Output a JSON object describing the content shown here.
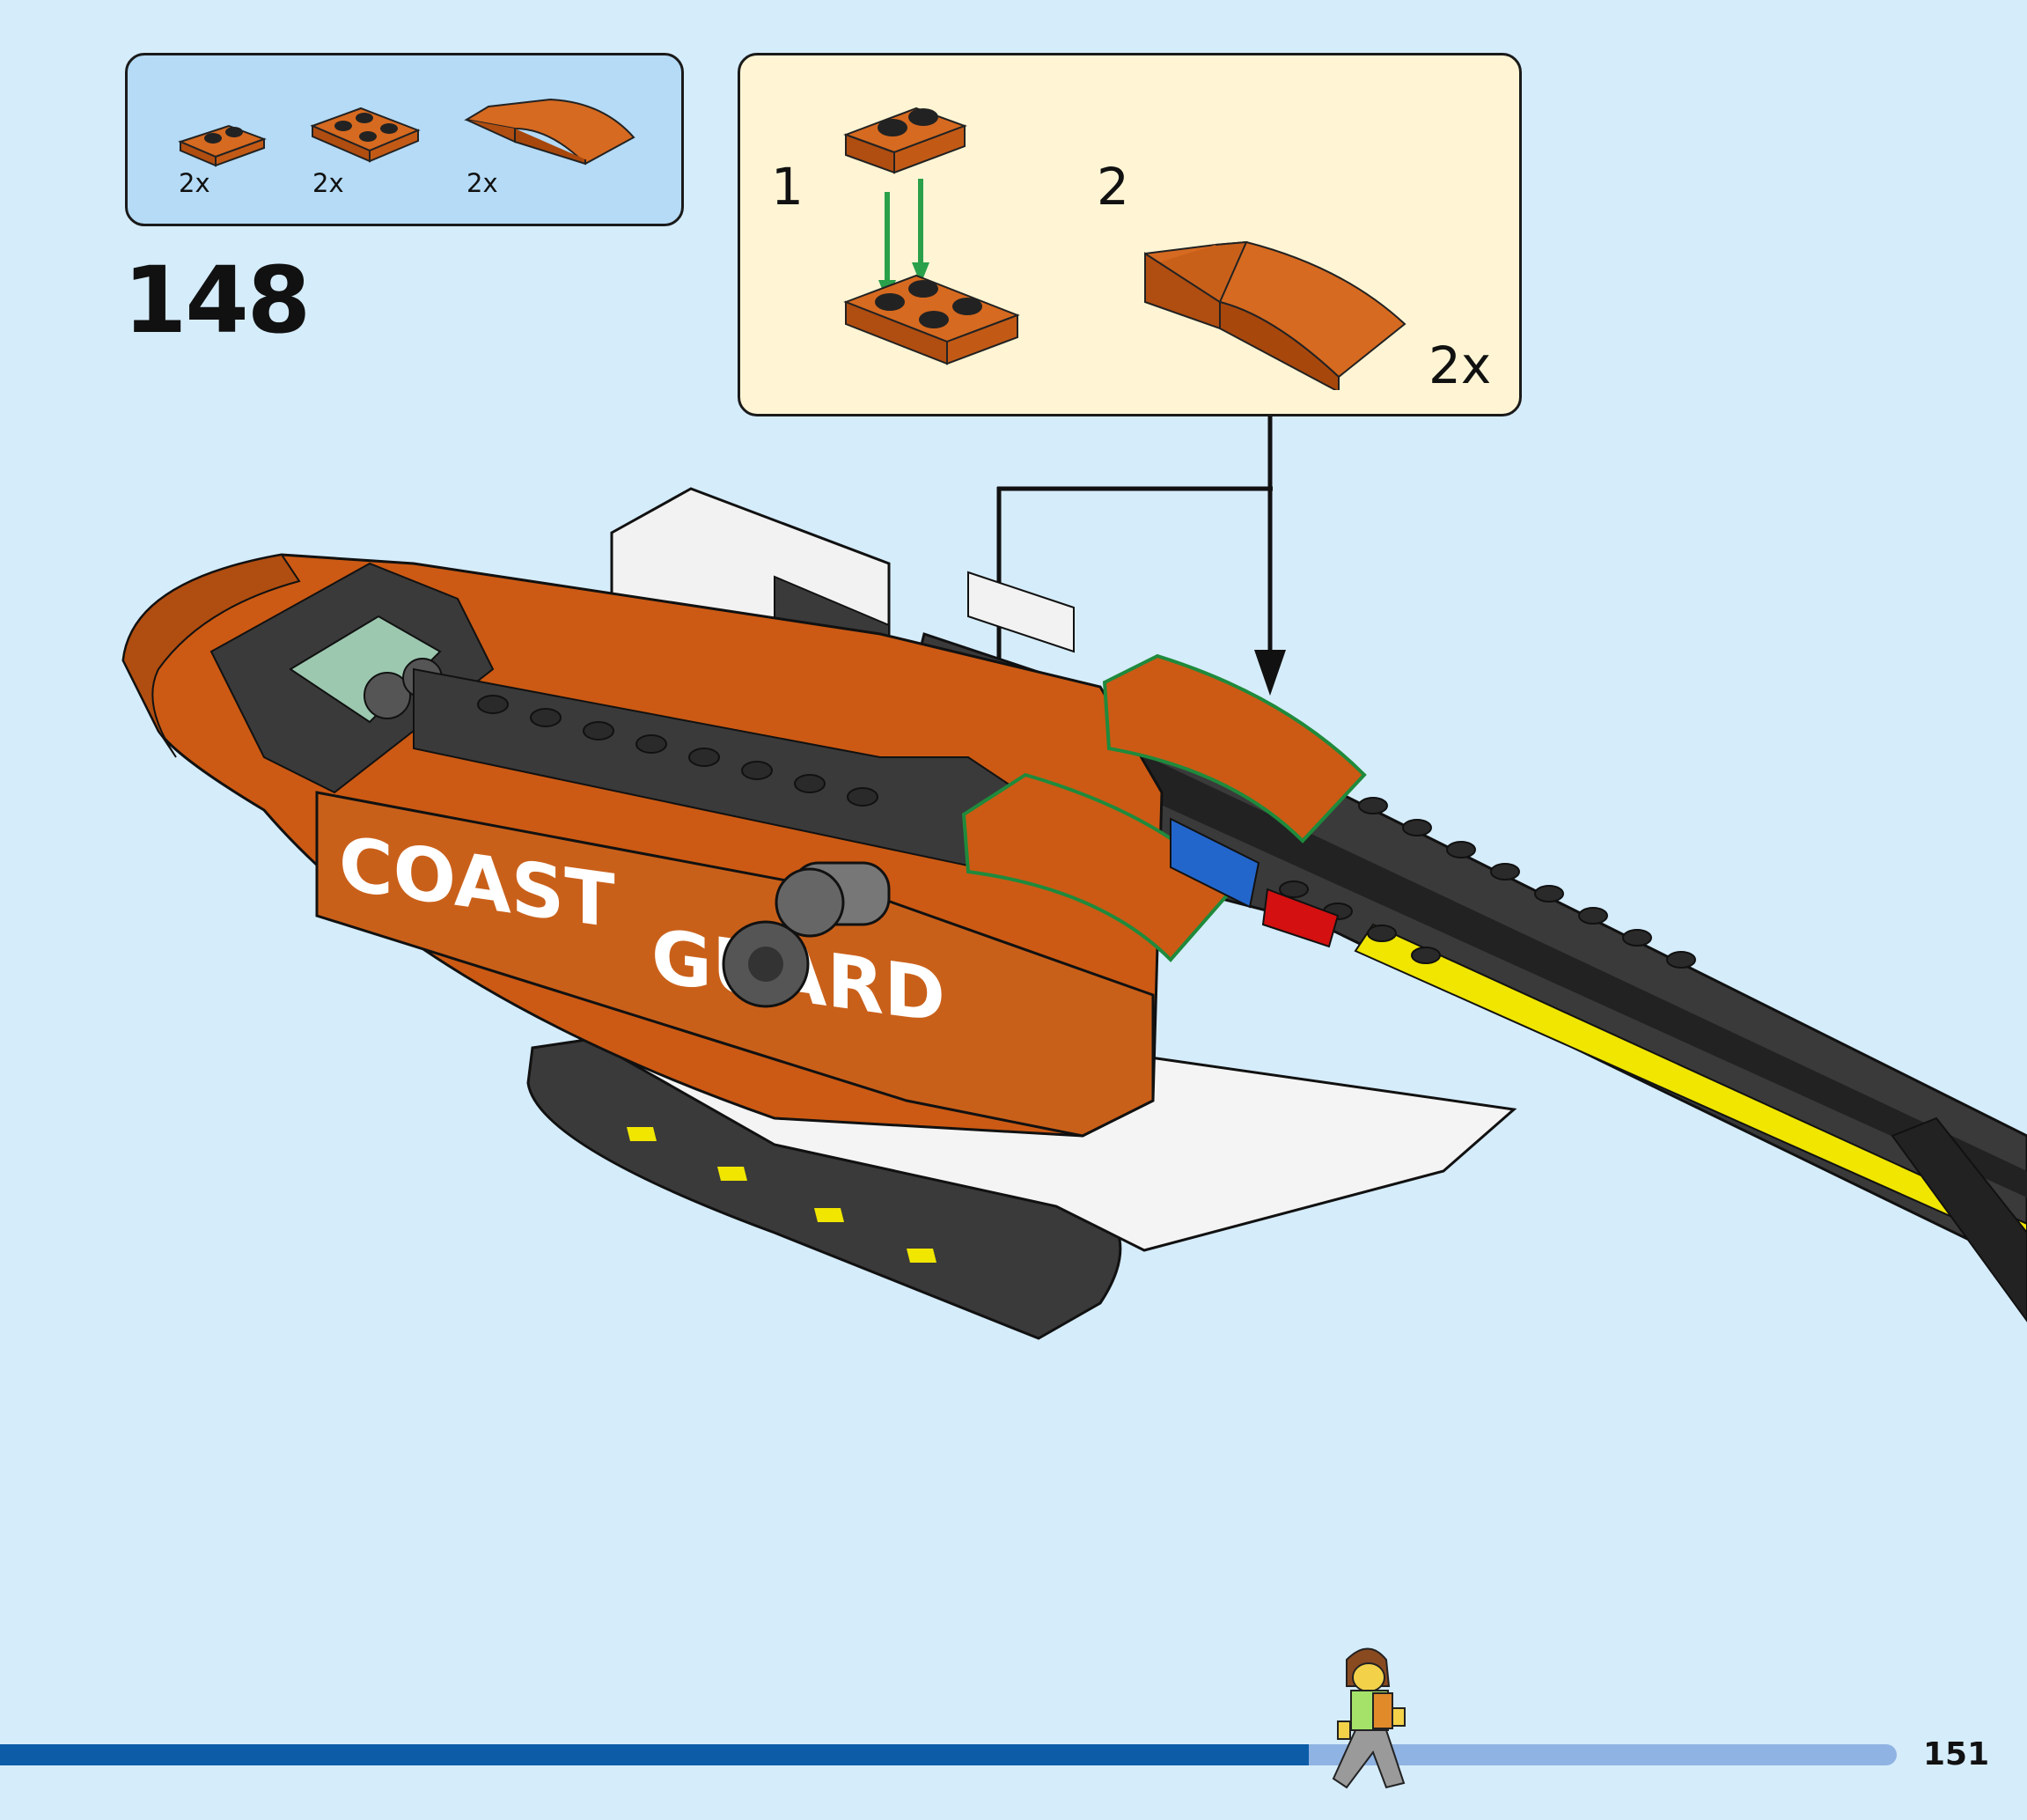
{
  "step": {
    "number": "148"
  },
  "parts_list": {
    "items": [
      {
        "part": "orange-plate-1x2",
        "qty": "2x"
      },
      {
        "part": "orange-plate-2x2",
        "qty": "2x"
      },
      {
        "part": "orange-curved-slope",
        "qty": "2x"
      }
    ]
  },
  "sub_assembly": {
    "step1_label": "1",
    "step2_label": "2",
    "multiplier": "2x"
  },
  "model": {
    "hull_text_line1": "COAST",
    "hull_text_line2": "GUARD"
  },
  "progress": {
    "fraction": 0.69
  },
  "page": {
    "number": "151"
  },
  "colors": {
    "background": "#d5ecfb",
    "parts_box": "#b5dbf6",
    "sub_box": "#fff5d4",
    "orange": "#cc5a14",
    "dark_grey": "#3a3a3a",
    "yellow": "#f0e600",
    "progress_fill": "#0c5ca8",
    "progress_track": "#8fb3e2",
    "highlight_green": "#1f8a3c"
  }
}
